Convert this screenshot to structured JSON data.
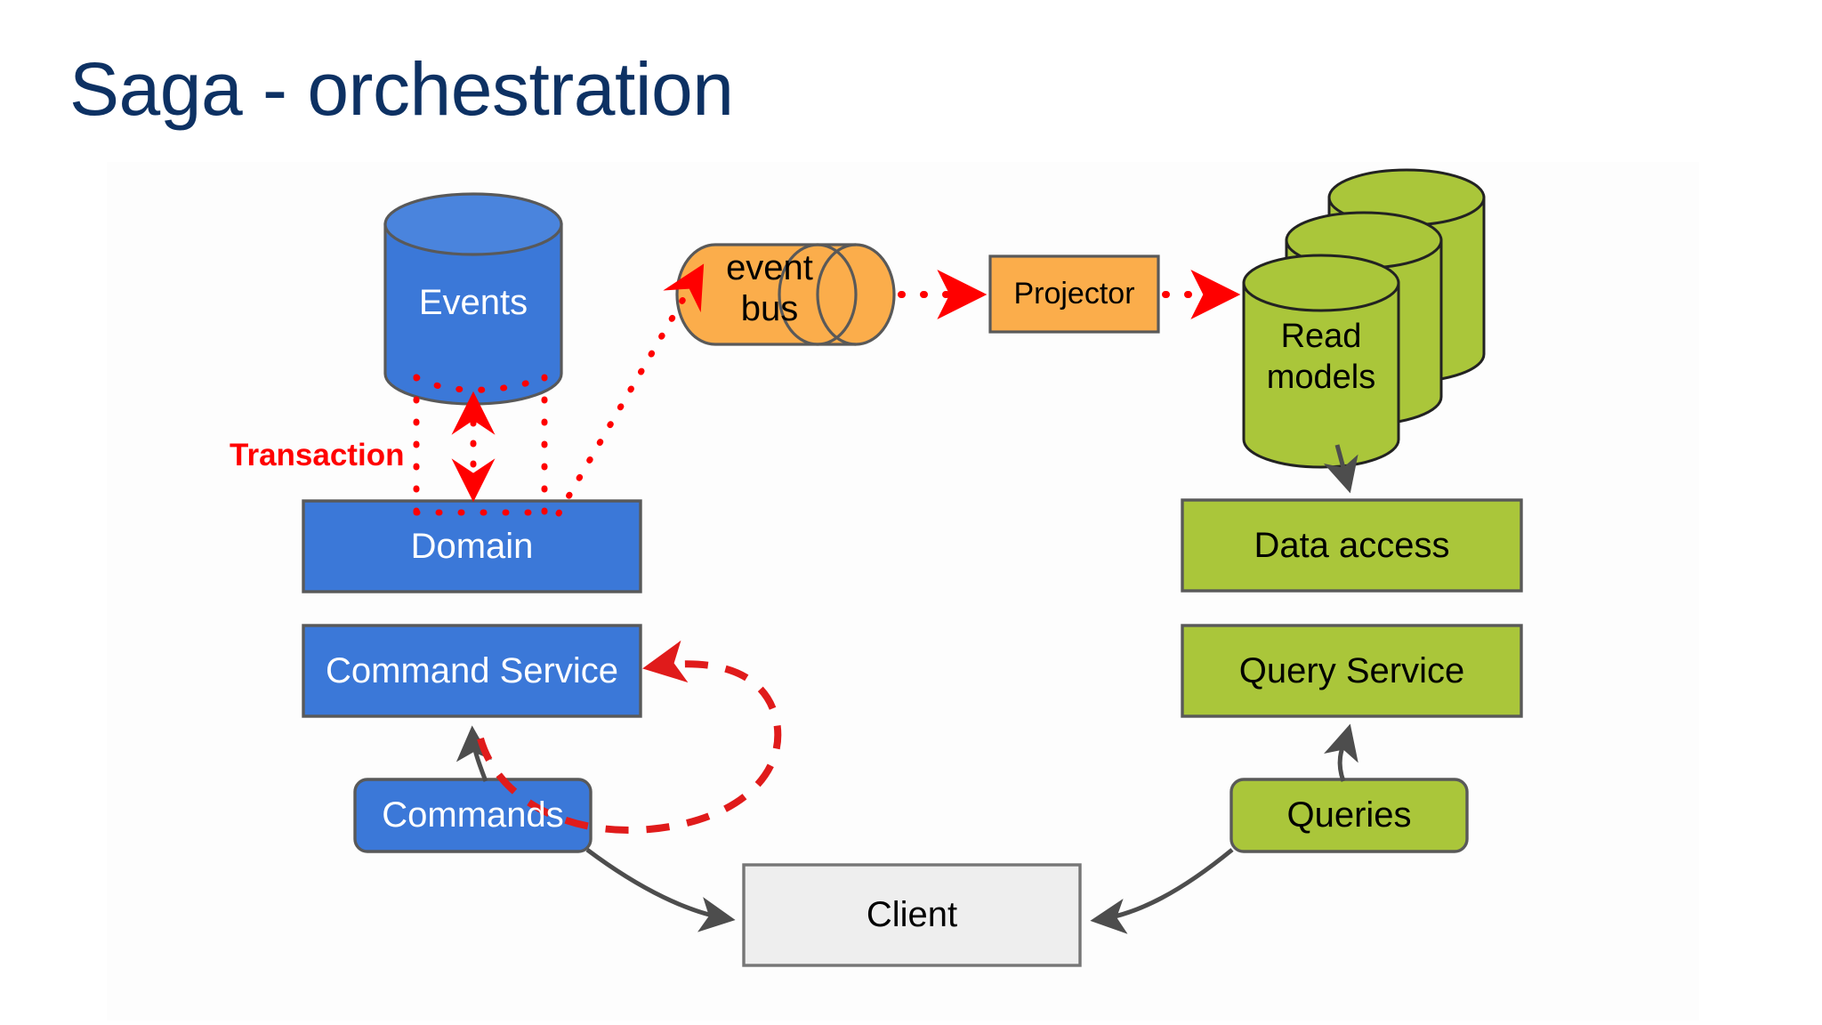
{
  "slide": {
    "title": "Saga - orchestration",
    "title_color": "#0d3163",
    "background": "#ffffff"
  },
  "palette": {
    "blue_fill": "#3b78d8",
    "green_fill": "#aac63a",
    "orange_fill": "#fbad4b",
    "gray_fill": "#eeeeee",
    "shape_stroke": "#595959",
    "red": "#ff0000",
    "dark_red": "#e01b1b",
    "arrow_gray": "#4d4d4d"
  },
  "nodes": {
    "events": {
      "label": "Events",
      "shape": "cylinder-vertical",
      "fill": "#3b78d8",
      "text_color": "#ffffff"
    },
    "event_bus": {
      "label_line1": "event",
      "label_line2": "bus",
      "shape": "cylinder-horizontal",
      "fill": "#fbad4b",
      "text_color": "#000000"
    },
    "projector": {
      "label": "Projector",
      "shape": "rectangle",
      "fill": "#fbad4b",
      "text_color": "#000000"
    },
    "read_models": {
      "label_line1": "Read",
      "label_line2": "models",
      "shape": "cylinder-stack",
      "fill": "#aac63a",
      "text_color": "#000000"
    },
    "domain": {
      "label": "Domain",
      "shape": "rectangle",
      "fill": "#3b78d8",
      "text_color": "#ffffff"
    },
    "command_service": {
      "label": "Command Service",
      "shape": "rectangle",
      "fill": "#3b78d8",
      "text_color": "#ffffff"
    },
    "commands": {
      "label": "Commands",
      "shape": "rounded-rectangle",
      "fill": "#3b78d8",
      "text_color": "#ffffff"
    },
    "data_access": {
      "label": "Data access",
      "shape": "rectangle",
      "fill": "#aac63a",
      "text_color": "#000000"
    },
    "query_service": {
      "label": "Query Service",
      "shape": "rectangle",
      "fill": "#aac63a",
      "text_color": "#000000"
    },
    "queries": {
      "label": "Queries",
      "shape": "rounded-rectangle",
      "fill": "#aac63a",
      "text_color": "#000000"
    },
    "client": {
      "label": "Client",
      "shape": "rectangle",
      "fill": "#eeeeee",
      "text_color": "#000000"
    }
  },
  "annotations": {
    "transaction": {
      "label": "Transaction",
      "color": "#ff0000",
      "style": "bold"
    }
  },
  "edges": [
    {
      "name": "domain-to-events",
      "from": "domain",
      "to": "events",
      "style": "dotted",
      "color": "#ff0000"
    },
    {
      "name": "events-to-domain",
      "from": "events",
      "to": "domain",
      "style": "dotted",
      "color": "#ff0000"
    },
    {
      "name": "domain-to-event-bus",
      "from": "domain",
      "to": "event_bus",
      "style": "dotted",
      "color": "#ff0000"
    },
    {
      "name": "event-bus-to-projector",
      "from": "event_bus",
      "to": "projector",
      "style": "dotted",
      "color": "#ff0000"
    },
    {
      "name": "projector-to-read-models",
      "from": "projector",
      "to": "read_models",
      "style": "dotted",
      "color": "#ff0000"
    },
    {
      "name": "read-models-to-data-access",
      "from": "read_models",
      "to": "data_access",
      "style": "solid",
      "color": "#4d4d4d"
    },
    {
      "name": "queries-to-query-service",
      "from": "queries",
      "to": "query_service",
      "style": "solid",
      "color": "#4d4d4d"
    },
    {
      "name": "client-to-queries",
      "from": "client",
      "to": "queries",
      "style": "solid",
      "color": "#4d4d4d"
    },
    {
      "name": "commands-to-client",
      "from": "commands",
      "to": "client",
      "style": "solid",
      "color": "#4d4d4d"
    },
    {
      "name": "commands-to-command-service",
      "from": "commands",
      "to": "command_service",
      "style": "solid",
      "color": "#4d4d4d"
    },
    {
      "name": "saga-loop-to-command-service",
      "from": "commands",
      "to": "command_service",
      "style": "dashed",
      "color": "#e01b1b"
    }
  ]
}
